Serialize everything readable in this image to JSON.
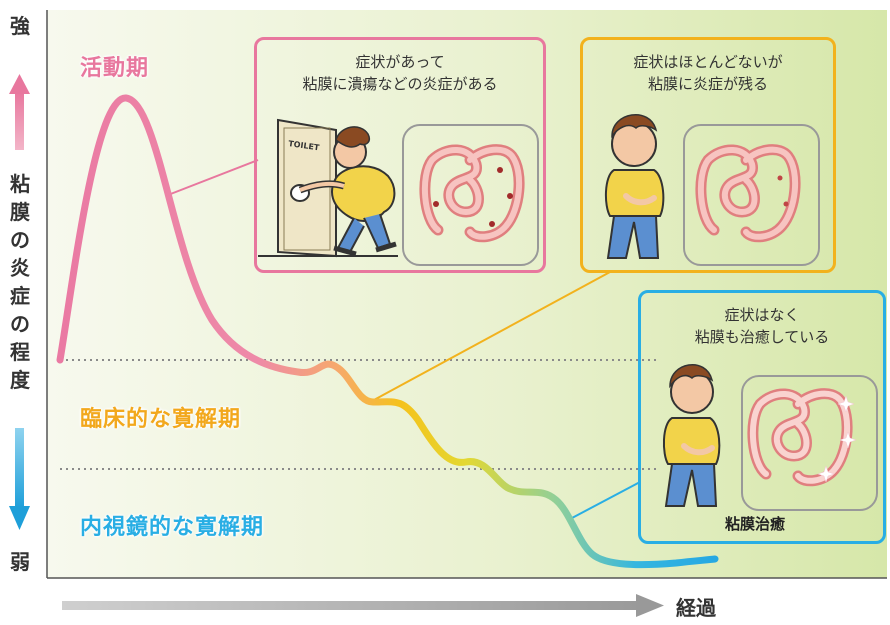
{
  "axis": {
    "top": "強",
    "middle": [
      "粘",
      "膜",
      "の",
      "炎",
      "症",
      "の",
      "程",
      "度"
    ],
    "bottom": "弱",
    "x": "経過"
  },
  "phases": {
    "active": "活動期",
    "clinical": "臨床的な寛解期",
    "endoscopic": "内視鏡的な寛解期"
  },
  "callouts": {
    "active": {
      "line1": "症状があって",
      "line2": "粘膜に潰瘍などの炎症がある",
      "door_sign": "TOILET"
    },
    "clinical": {
      "line1": "症状はほとんどないが",
      "line2": "粘膜に炎症が残る"
    },
    "endoscopic": {
      "line1": "症状はなく",
      "line2": "粘膜も治癒している",
      "caption": "粘膜治癒"
    }
  },
  "colors": {
    "active": "#e8779e",
    "clinical": "#f2b21d",
    "endoscopic": "#29aee4",
    "arrow_up": "#e8779e",
    "arrow_down": "#29aee4"
  }
}
